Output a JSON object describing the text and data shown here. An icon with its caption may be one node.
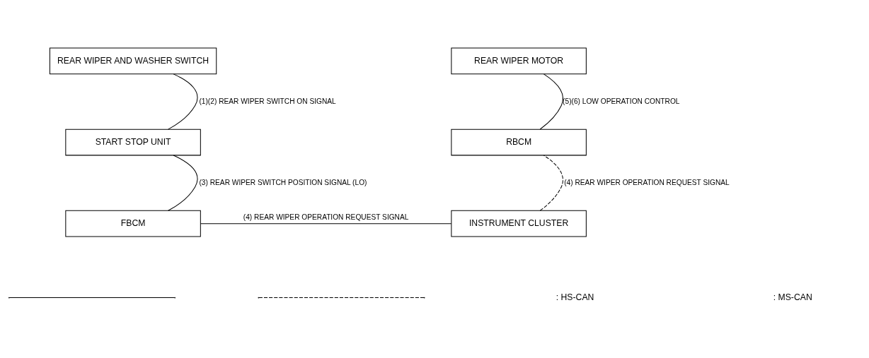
{
  "diagram": {
    "nodes": [
      {
        "text": [
          "REAR WIPER AND WASHER SWITCH"
        ]
      },
      {
        "text": [
          "REAR WIPER MOTOR"
        ]
      },
      {
        "text": [
          "START STOP UNIT"
        ]
      },
      {
        "text": [
          "RBCM"
        ]
      },
      {
        "text": [
          "FBCM"
        ]
      },
      {
        "text": [
          "INSTRUMENT CLUSTER"
        ]
      }
    ],
    "edges": [
      {
        "from": 0,
        "to": 2,
        "arrow": "none",
        "label": "(1)(2) REAR WIPER SWITCH ON SIGNAL"
      },
      {
        "from": 2,
        "to": 4,
        "arrow": "none",
        "label": "(3) REAR WIPER SWITCH POSITION SIGNAL (LO)"
      },
      {
        "from": 4,
        "to": 5,
        "arrow": "none",
        "label": "(4) REAR WIPER OPERATION REQUEST SIGNAL"
      },
      {
        "from": 5,
        "to": 3,
        "arrow": "none",
        "label": "(4) REAR WIPER OPERATION REQUEST SIGNAL",
        "style": "dashed"
      },
      {
        "from": 3,
        "to": 1,
        "arrow": "none",
        "label": "(5)(6) LOW OPERATION CONTROL"
      }
    ],
    "legend": [
      {
        "text": ": HS-CAN"
      },
      {
        "text": ": MS-CAN"
      }
    ]
  }
}
